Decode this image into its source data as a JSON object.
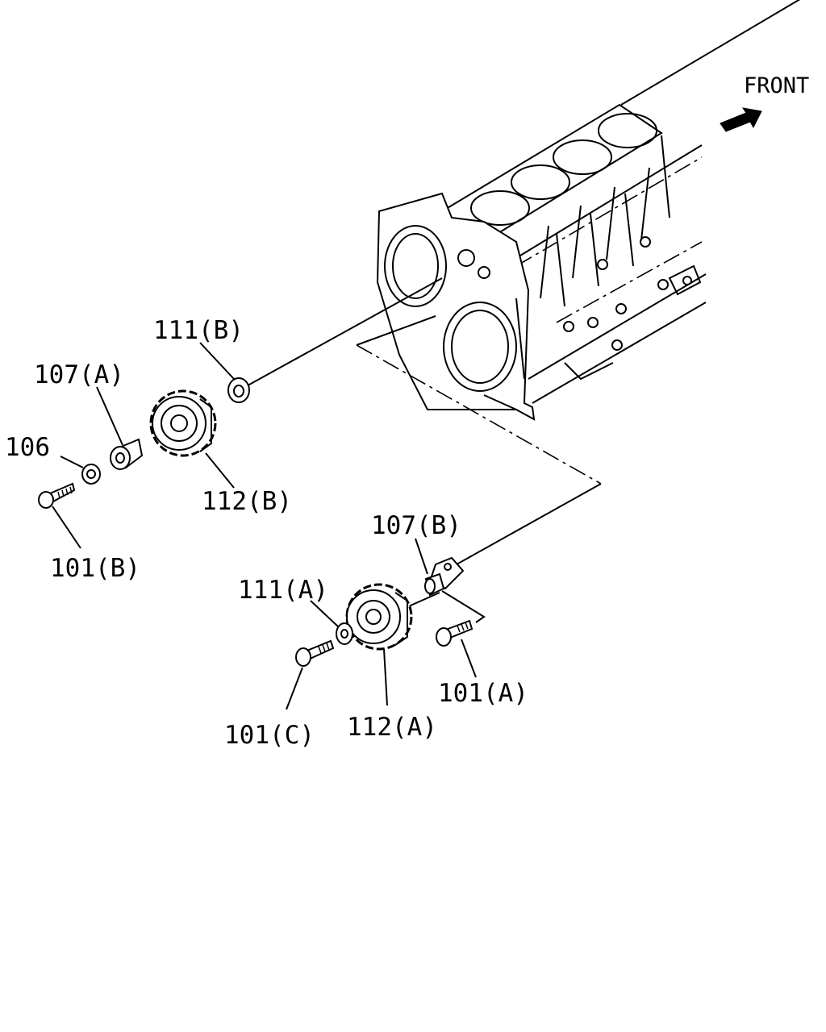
{
  "front_label": "FRONT",
  "front_arrow_icon": "arrow-right-icon",
  "labels": {
    "l111b": "111(B)",
    "l107a": "107(A)",
    "l106": "106",
    "l101b": "101(B)",
    "l112b": "112(B)",
    "l107b": "107(B)",
    "l111a": "111(A)",
    "l101a": "101(A)",
    "l101c": "101(C)",
    "l112a": "112(A)"
  }
}
